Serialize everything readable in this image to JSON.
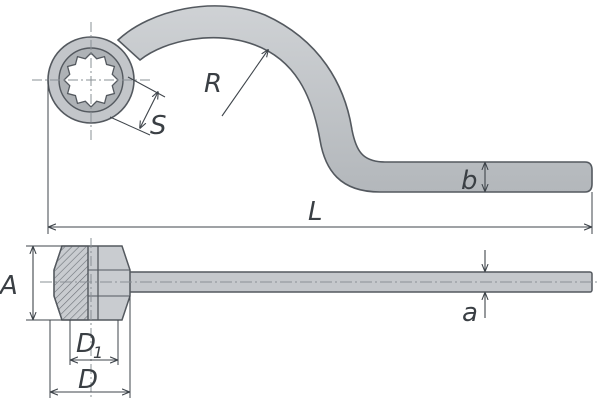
{
  "diagram": {
    "labels": {
      "S": "S",
      "R": "R",
      "b": "b",
      "L": "L",
      "A": "A",
      "a": "a",
      "D1_main": "D",
      "D1_sub": "1",
      "D": "D"
    },
    "colors": {
      "metal_fill": "#b9bcc0",
      "metal_light": "#d7d9dc",
      "outline": "#54595f",
      "dim_line": "#3f454b",
      "center_line": "#8a9096",
      "hatch": "#6b7077"
    }
  }
}
